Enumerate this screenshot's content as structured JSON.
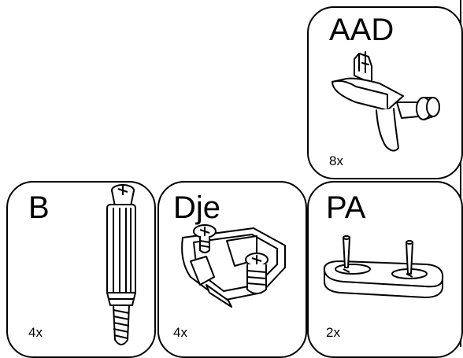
{
  "parts": [
    {
      "code": "AAD",
      "quantity": "8x",
      "icon": "shelf-support-peg-icon"
    },
    {
      "code": "B",
      "quantity": "4x",
      "icon": "cam-lock-dowel-icon"
    },
    {
      "code": "Dje",
      "quantity": "4x",
      "icon": "hinge-mounting-plate-icon"
    },
    {
      "code": "PA",
      "quantity": "2x",
      "icon": "double-nail-plate-icon"
    }
  ]
}
